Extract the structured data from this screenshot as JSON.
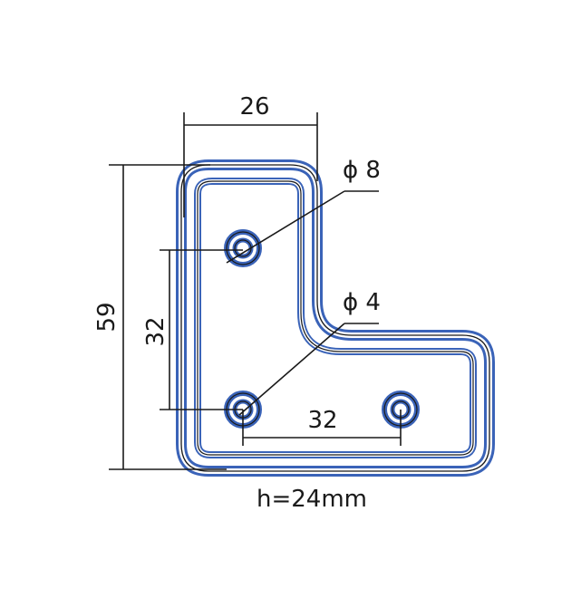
{
  "dimensions": {
    "width_top": "26",
    "height_left": "59",
    "hole_vertical_spacing": "32",
    "hole_horizontal_spacing": "32",
    "hole_large": "ϕ 8",
    "hole_small": "ϕ 4",
    "thickness_note": "h=24mm"
  },
  "colors": {
    "part_outline": "#3a63b8",
    "dimension_lines": "#1a1a1a",
    "background": "#ffffff"
  }
}
